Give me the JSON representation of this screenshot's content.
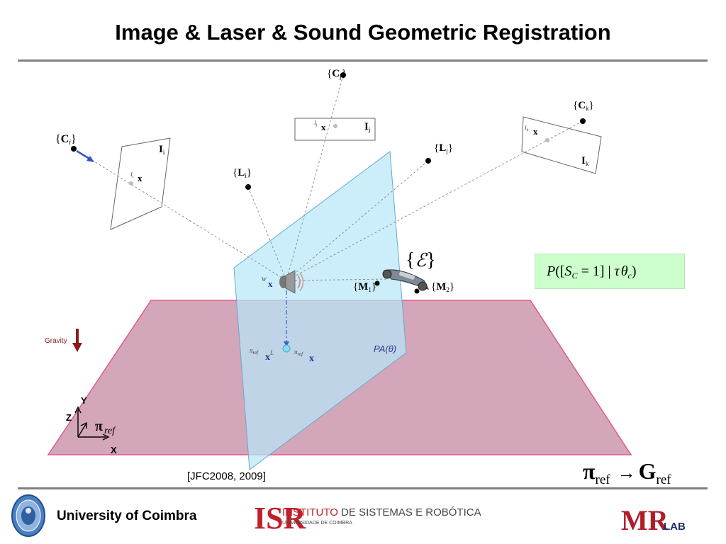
{
  "title": "Image & Laser & Sound Geometric Registration",
  "labels": {
    "camera_i": "C",
    "camera_i_sub": "i",
    "camera_j": "C",
    "camera_j_sub": "j",
    "camera_k": "C",
    "camera_k_sub": "k",
    "image_i": "I",
    "image_i_sub": "i",
    "image_j": "I",
    "image_j_sub": "j",
    "image_k": "I",
    "image_k_sub": "k",
    "point_x": "x",
    "img_pre_i": "I",
    "img_pre_i_sub": "i",
    "img_pre_j": "I",
    "img_pre_j_sub": "j",
    "img_pre_k": "I",
    "img_pre_k_sub": "k",
    "laser_i": "L",
    "laser_i_sub": "i",
    "laser_j": "L",
    "laser_j_sub": "j",
    "world_pre": "W",
    "mic_1": "M",
    "mic_1_sub": "1",
    "mic_2": "M",
    "mic_2_sub": "2",
    "sound_set": "ℰ",
    "pi_ref_pre": "π",
    "pi_ref_pre_sub": "ref",
    "laser_pre_sup": "L",
    "pa_theta": "PA(θ)",
    "gravity": "Gravity",
    "axis_y": "Y",
    "axis_z": "Z",
    "axis_x": "X",
    "pi_symbol": "π",
    "ref_italic": "ref",
    "mapping_pi": "π",
    "mapping_ref": "ref",
    "mapping_arrow": "→",
    "mapping_g": "G",
    "mapping_g_ref": "ref"
  },
  "formula": {
    "p": "P",
    "open": "([",
    "s": "S",
    "s_sub": "C",
    "eq": " = 1]",
    "bar": " | ",
    "tau": "τ",
    "theta": "θ",
    "theta_sub": "c",
    "close": ")"
  },
  "citation": "[JFC2008, 2009]",
  "footer": {
    "university": "University of Coimbra",
    "institute_main": "INSTITUTO",
    "institute_rest": " DE SISTEMAS E ROBÓTICA",
    "institute_sub": "UNIVERSIDADE DE COIMBRA",
    "isr_mark": "ISR",
    "lab_mark": "MR",
    "lab_suffix": "LAB"
  },
  "colors": {
    "ground_plane": "#d4a6ba",
    "ground_edge": "#e05a8a",
    "vertical_plane": "#b7e8f8",
    "camera_arrow": "#3355cc",
    "gravity_arrow": "#8b1a1a",
    "pa_text": "#2a3e8a",
    "formula_bg": "#ccffcc"
  },
  "icons": [
    "speaker-icon",
    "microphone-array-icon",
    "gravity-arrow-icon",
    "coordinate-axes-icon",
    "university-seal-icon",
    "isr-logo-icon",
    "mrl-logo-icon"
  ]
}
